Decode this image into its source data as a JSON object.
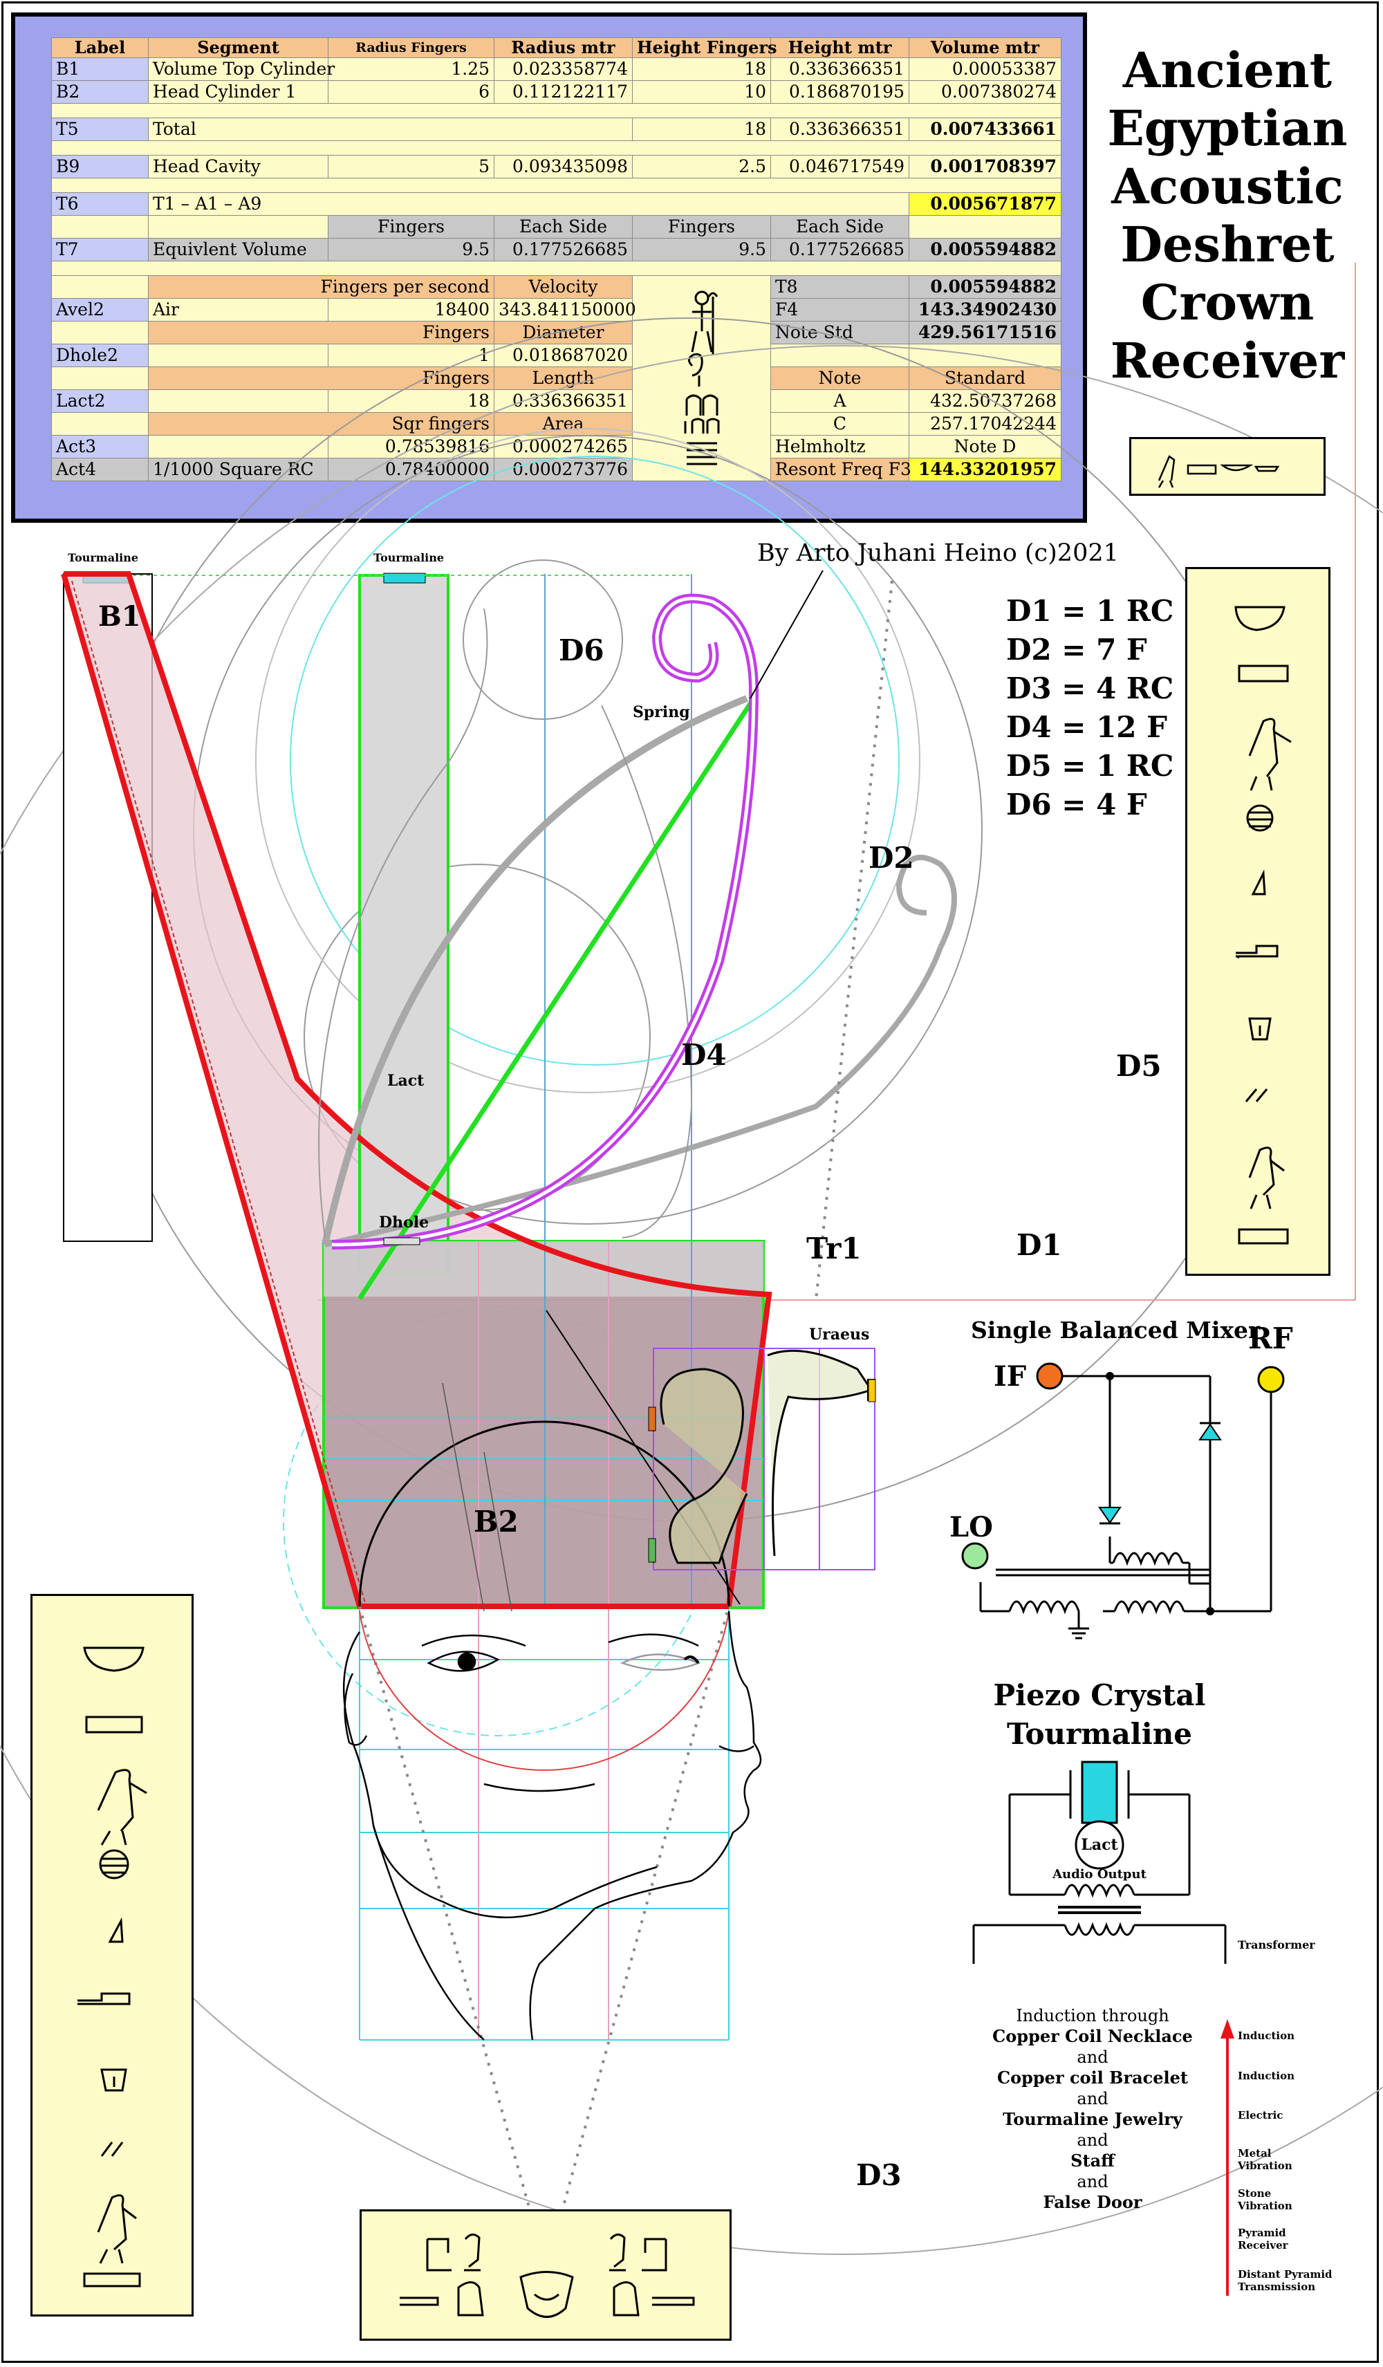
{
  "title_lines": [
    "Ancient",
    "Egyptian",
    "Acoustic",
    "Deshret",
    "Crown",
    "Receiver"
  ],
  "credit": "By Arto Juhani Heino (c)2021",
  "table": {
    "headers": [
      "Label",
      "Segment",
      "Radius Fingers",
      "Radius mtr",
      "Height Fingers",
      "Height mtr",
      "Volume mtr"
    ],
    "rows_top": [
      [
        "B1",
        "Volume Top Cylinder",
        "1.25",
        "0.023358774",
        "18",
        "0.336366351",
        "0.00053387"
      ],
      [
        "B2",
        "Head Cylinder 1",
        "6",
        "0.112122117",
        "10",
        "0.186870195",
        "0.007380274"
      ]
    ],
    "t5": {
      "label": "T5",
      "segment": "Total",
      "h_fingers": "18",
      "h_mtr": "0.336366351",
      "volume": "0.007433661"
    },
    "b9": {
      "label": "B9",
      "segment": "Head Cavity",
      "r_fingers": "5",
      "r_mtr": "0.093435098",
      "h_fingers": "2.5",
      "h_mtr": "0.046717549",
      "volume": "0.001708397"
    },
    "t6": {
      "label": "T6",
      "segment": "T1 – A1 – A9",
      "volume": "0.005671877"
    },
    "t7_header": [
      "Fingers",
      "Each  Side",
      "Fingers",
      "Each  Side"
    ],
    "t7": {
      "label": "T7",
      "segment": "Equivlent Volume",
      "f1": "9.5",
      "s1": "0.177526685",
      "f2": "9.5",
      "s2": "0.177526685",
      "volume": "0.005594882"
    },
    "vel_header": [
      "Fingers per second",
      "Velocity"
    ],
    "avel2": {
      "label": "Avel2",
      "segment": "Air",
      "fps": "18400",
      "velocity": "343.841150000"
    },
    "dia_header": [
      "Fingers",
      "Diameter"
    ],
    "dhole2": {
      "label": "Dhole2",
      "fingers": "1",
      "diameter": "0.018687020"
    },
    "len_header": [
      "Fingers",
      "Length"
    ],
    "lact2": {
      "label": "Lact2",
      "fingers": "18",
      "length": "0.336366351"
    },
    "area_header": [
      "Sqr fingers",
      "Area"
    ],
    "act3": {
      "label": "Act3",
      "sqr": "0.78539816",
      "area": "0.000274265"
    },
    "act4": {
      "label": "Act4",
      "segment": "1/1000 Square RC",
      "sqr": "0.78400000",
      "area": "0.000273776"
    },
    "right": {
      "t8": [
        "T8",
        "0.005594882"
      ],
      "f4": [
        "F4",
        "143.34902430"
      ],
      "note_std": [
        "Note Std",
        "429.56171516"
      ],
      "note_hdr": [
        "Note",
        "Standard"
      ],
      "a": [
        "A",
        "432.50737268"
      ],
      "c": [
        "C",
        "257.17042244"
      ],
      "helm": [
        "Helmholtz",
        "Note D"
      ],
      "resont": [
        "Resont Freq F3",
        "144.33201957"
      ]
    }
  },
  "d_list": [
    "D1 = 1 RC",
    "D2 = 7 F",
    "D3 = 4 RC",
    "D4 = 12 F",
    "D5 = 1 RC",
    "D6 = 4 F"
  ],
  "diagram_labels": {
    "b1": "B1",
    "b2": "B2",
    "d1": "D1",
    "d2": "D2",
    "d3": "D3",
    "d4": "D4",
    "d5": "D5",
    "d6": "D6",
    "tr1": "Tr1",
    "spring": "Spring",
    "lact": "Lact",
    "dhole": "Dhole",
    "uraeus": "Uraeus",
    "tourmaline_left": "Tourmaline",
    "tourmaline_right": "Tourmaline"
  },
  "mixer": {
    "title": "Single Balanced Mixer",
    "if": "IF",
    "rf": "RF",
    "lo": "LO"
  },
  "piezo": {
    "title_line1": "Piezo Crystal",
    "title_line2": "Tourmaline",
    "lact": "Lact",
    "audio": "Audio Output",
    "transformer": "Transformer"
  },
  "induction": {
    "intro": "Induction through",
    "items": [
      "Copper Coil Necklace",
      "Copper coil Bracelet",
      "Tourmaline Jewelry",
      "Staff",
      "False Door"
    ],
    "joiner": "and"
  },
  "transmission": [
    "Induction",
    "Induction",
    "Electric",
    "Metal Vibration",
    "Stone Vibration",
    "Pyramid Receiver",
    "Distant Pyramid Transmission"
  ],
  "colors": {
    "red": "#e8141b",
    "magenta": "#c23ee8",
    "green": "#22e022",
    "cyan": "#27d6e0",
    "cartouche": "#fdfbc8",
    "table_frame": "#9fa3ee"
  }
}
